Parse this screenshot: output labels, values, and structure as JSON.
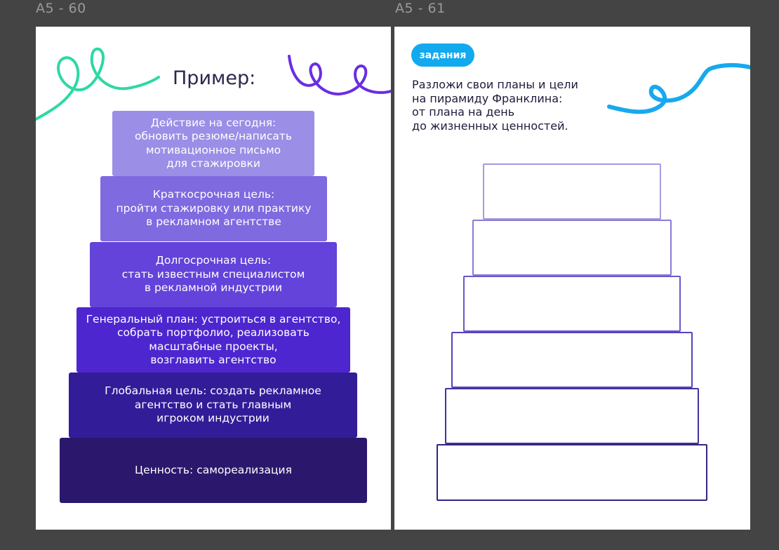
{
  "canvas": {
    "frames": [
      {
        "label": "A5 - 60"
      },
      {
        "label": "A5 - 61"
      }
    ]
  },
  "left_page": {
    "title": "Пример:",
    "pyramid_steps": [
      {
        "text": "Действие на сегодня:\nобновить резюме/написать\nмотивационное письмо\nдля стажировки",
        "color": "#9b8ee6"
      },
      {
        "text": "Краткосрочная цель:\nпройти стажировку или практику\nв рекламном агентстве",
        "color": "#7f6ae0"
      },
      {
        "text": "Долгосрочная цель:\nстать известным специалистом\nв рекламной индустрии",
        "color": "#6343d9"
      },
      {
        "text": "Генеральный план: устроиться в агентство,\nсобрать портфолио, реализовать\nмасштабные проекты,\nвозглавить агентство",
        "color": "#4d26cf"
      },
      {
        "text": "Глобальная цель: создать рекламное\nагентство и стать главным\nигроком индустрии",
        "color": "#331c98"
      },
      {
        "text": "Ценность: самореализация",
        "color": "#2b186d"
      }
    ]
  },
  "right_page": {
    "badge": "задания",
    "instructions": "Разложи свои планы и цели\nна пирамиду Франклина:\nот плана на день\nдо жизненных ценностей.",
    "empty_steps": [
      {
        "border_color": "#a79bde"
      },
      {
        "border_color": "#8a7bd6"
      },
      {
        "border_color": "#6b57c9"
      },
      {
        "border_color": "#5641bd"
      },
      {
        "border_color": "#45309f"
      },
      {
        "border_color": "#342383"
      }
    ]
  },
  "colors": {
    "canvas_bg": "#444444",
    "accent_teal": "#2ed8a5",
    "accent_purple": "#6a2ee0",
    "accent_blue": "#17a9ee"
  }
}
